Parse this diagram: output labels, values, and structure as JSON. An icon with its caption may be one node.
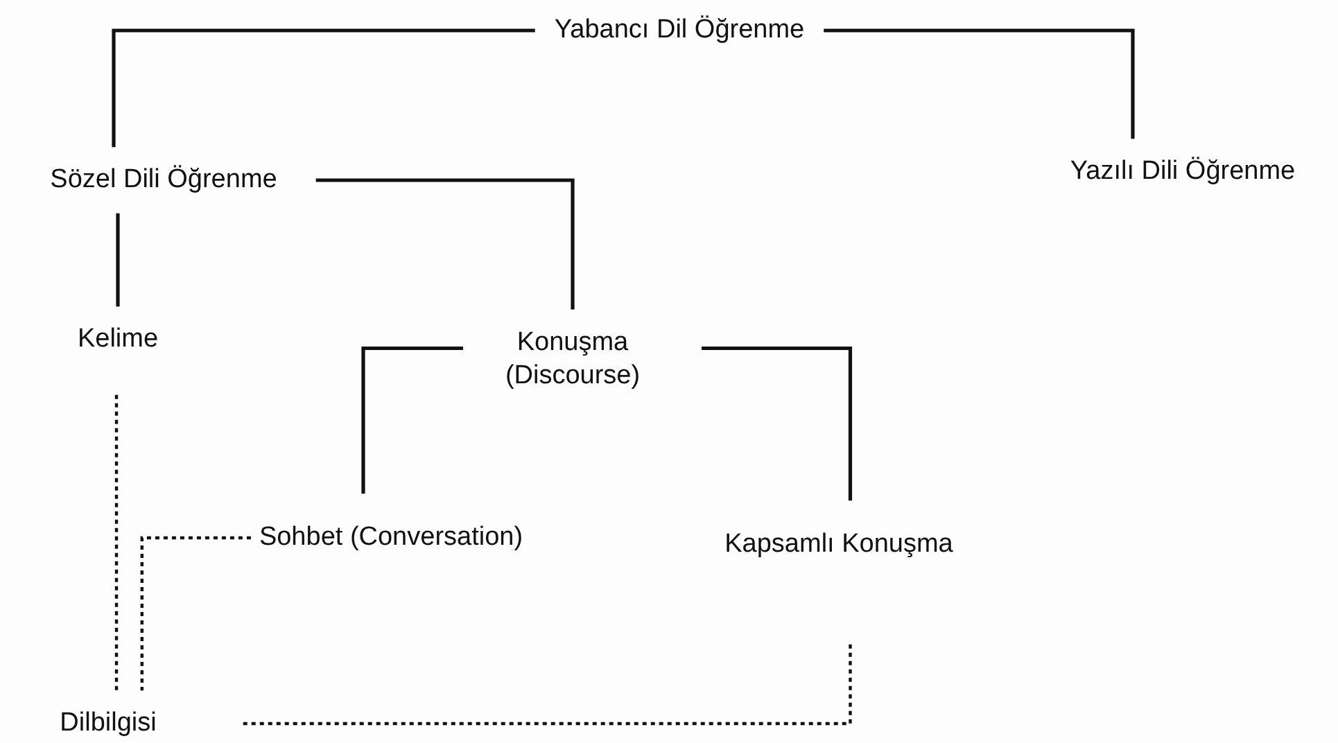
{
  "diagram": {
    "nodes": [
      {
        "text": [
          "Yabancı Dil Öğrenme"
        ]
      },
      {
        "text": [
          "Sözel Dili Öğrenme"
        ]
      },
      {
        "text": [
          "Yazılı Dili Öğrenme"
        ]
      },
      {
        "text": [
          "Kelime"
        ]
      },
      {
        "text": [
          "Konuşma (Discourse)"
        ]
      },
      {
        "text": [
          "Sohbet (Conversation)"
        ]
      },
      {
        "text": [
          "Kapsamlı Konuşma"
        ]
      },
      {
        "text": [
          "Dilbilgisi"
        ]
      }
    ],
    "edges": [
      {
        "from": 0,
        "to": 1,
        "arrow": "none"
      },
      {
        "from": 0,
        "to": 2,
        "arrow": "none"
      },
      {
        "from": 1,
        "to": 3,
        "arrow": "none"
      },
      {
        "from": 1,
        "to": 4,
        "arrow": "none"
      },
      {
        "from": 4,
        "to": 5,
        "arrow": "none"
      },
      {
        "from": 4,
        "to": 6,
        "arrow": "none"
      },
      {
        "from": 3,
        "to": 7,
        "arrow": "none",
        "style": "dashed"
      },
      {
        "from": 5,
        "to": 7,
        "arrow": "none",
        "style": "dashed"
      },
      {
        "from": 6,
        "to": 7,
        "arrow": "none",
        "style": "dashed"
      }
    ]
  }
}
